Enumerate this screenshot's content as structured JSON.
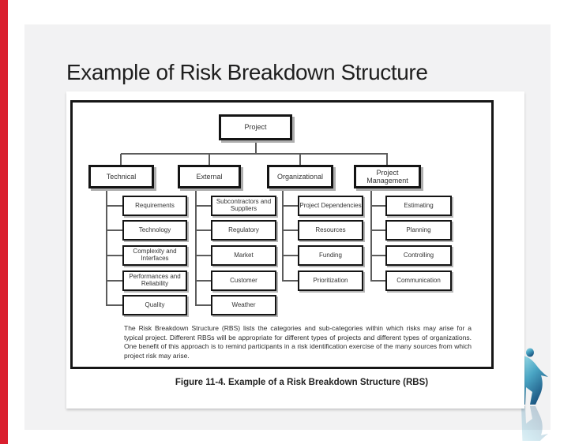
{
  "slide": {
    "title": "Example of Risk Breakdown Structure"
  },
  "rbs": {
    "root": "Project",
    "columns": [
      {
        "label": "Technical",
        "children": [
          "Requirements",
          "Technology",
          "Complexity and Interfaces",
          "Performances and Reliability",
          "Quality"
        ]
      },
      {
        "label": "External",
        "children": [
          "Subcontractors and Suppliers",
          "Regulatory",
          "Market",
          "Customer",
          "Weather"
        ]
      },
      {
        "label": "Organizational",
        "children": [
          "Project Dependencies",
          "Resources",
          "Funding",
          "Prioritization"
        ]
      },
      {
        "label": "Project Management",
        "children": [
          "Estimating",
          "Planning",
          "Controlling",
          "Communication"
        ]
      }
    ]
  },
  "figure": {
    "note": "The Risk Breakdown Structure (RBS) lists the categories and sub-categories within which risks may arise for a typical project. Different RBSs will be appropriate for different types of projects and different types of organizations. One benefit of this approach is to remind participants in a risk identification exercise of the many sources from which project risk may arise.",
    "caption": "Figure 11-4. Example of a Risk Breakdown Structure (RBS)"
  },
  "decor": {
    "accent_red": "#da1f2e",
    "person_gradient_light": "#9edfe9",
    "person_gradient_mid": "#4aa5c4",
    "person_gradient_dark": "#174f7c",
    "person_graphic": "walking-person-silhouette"
  }
}
